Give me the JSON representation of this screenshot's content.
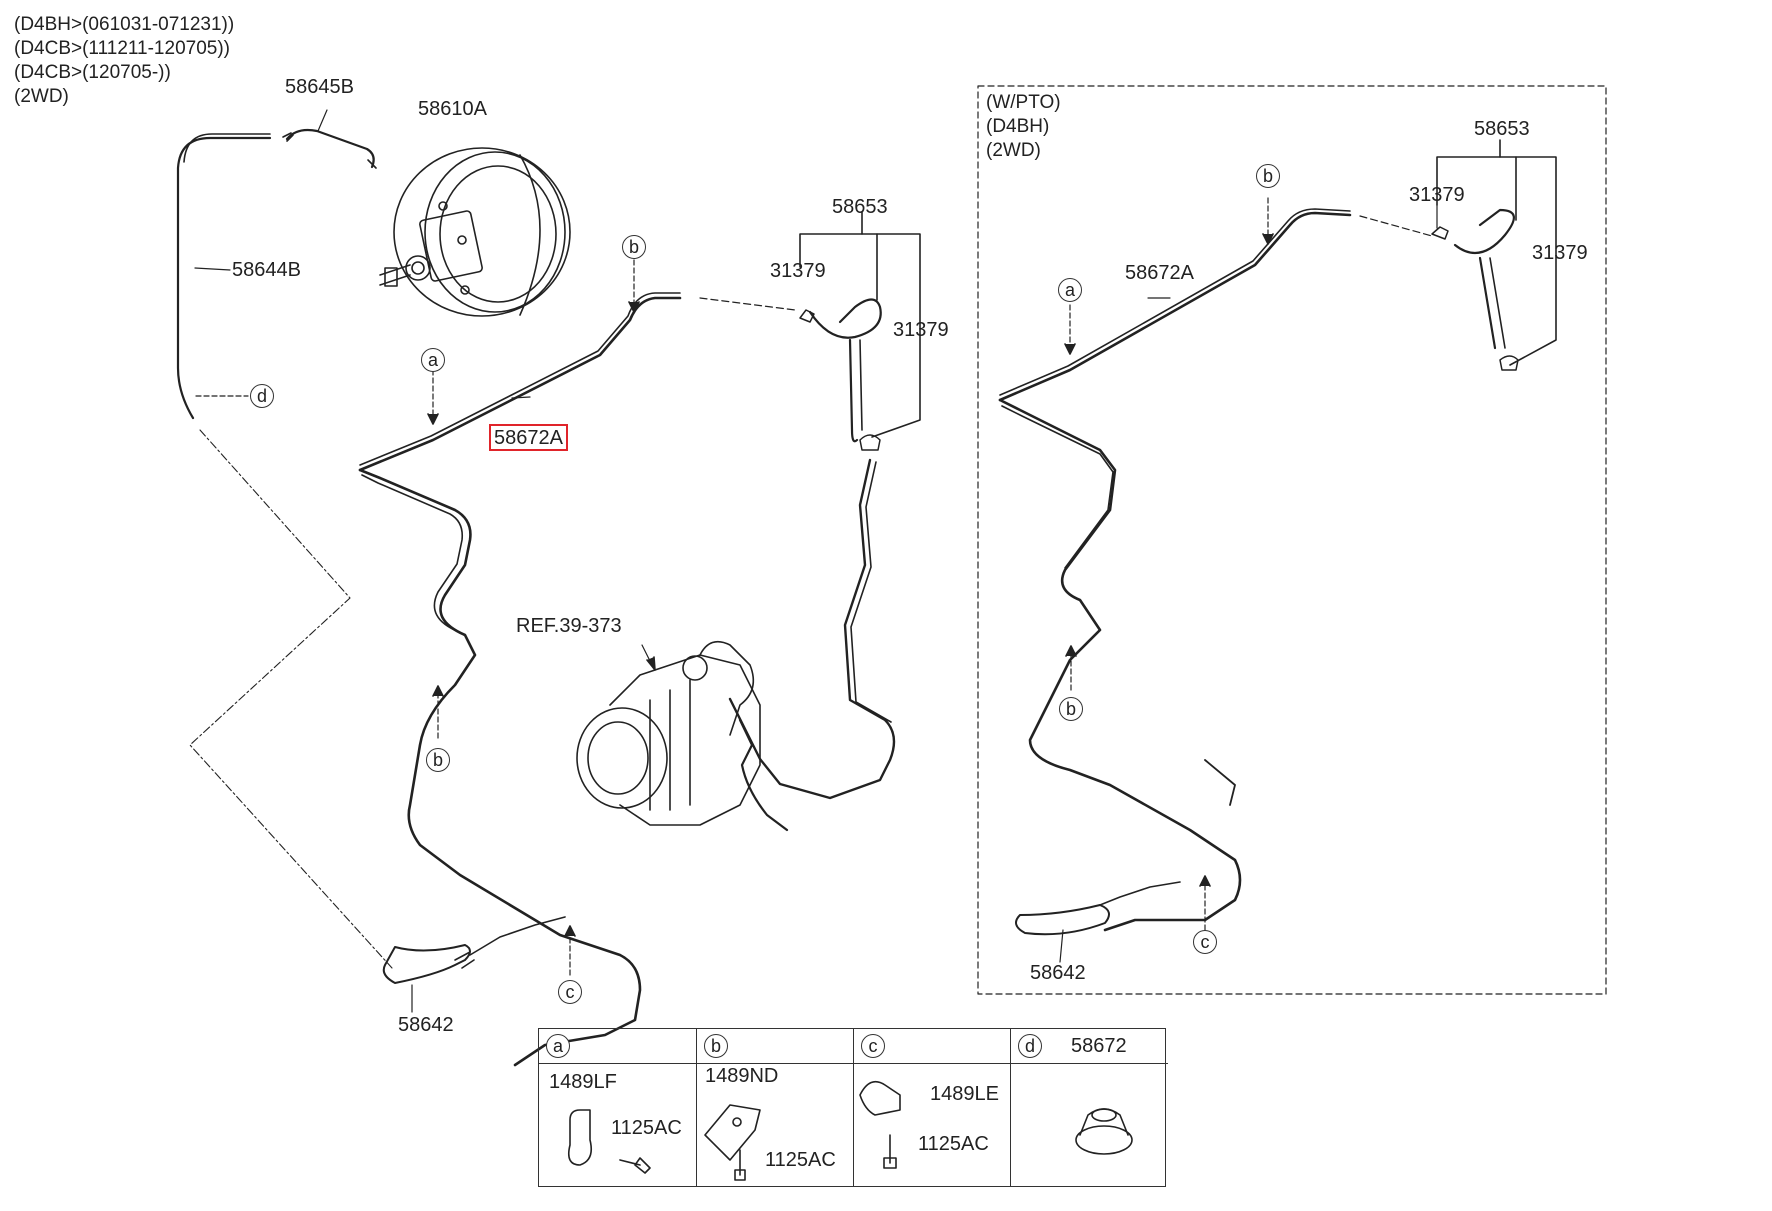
{
  "conditions_left": [
    "(D4BH>(061031-071231))",
    "(D4CB>(111211-120705))",
    "(D4CB>(120705-))",
    "(2WD)"
  ],
  "conditions_right": [
    "(W/PTO)",
    "(D4BH)",
    "(2WD)"
  ],
  "parts": {
    "p58645B": "58645B",
    "p58610A": "58610A",
    "p58644B": "58644B",
    "p58653_left": "58653",
    "p31379_left_a": "31379",
    "p31379_left_b": "31379",
    "p58672A_left": "58672A",
    "ref": "REF.39-373",
    "p58642_left": "58642",
    "p58653_right": "58653",
    "p31379_right_a": "31379",
    "p31379_right_b": "31379",
    "p58672A_right": "58672A",
    "p58642_right": "58642"
  },
  "callouts": {
    "a_left": "a",
    "b_left_top": "b",
    "b_left_low": "b",
    "c_left": "c",
    "d_left": "d",
    "a_right": "a",
    "b_right_top": "b",
    "b_right_low": "b",
    "c_right": "c"
  },
  "detail_table": {
    "a": {
      "letter": "a",
      "p1": "1489LF",
      "p2": "1125AC"
    },
    "b": {
      "letter": "b",
      "p1": "1489ND",
      "p2": "1125AC"
    },
    "c": {
      "letter": "c",
      "p1": "1489LE",
      "p2": "1125AC"
    },
    "d": {
      "letter": "d",
      "p1": "58672"
    }
  },
  "highlight_color": "#e0242a"
}
